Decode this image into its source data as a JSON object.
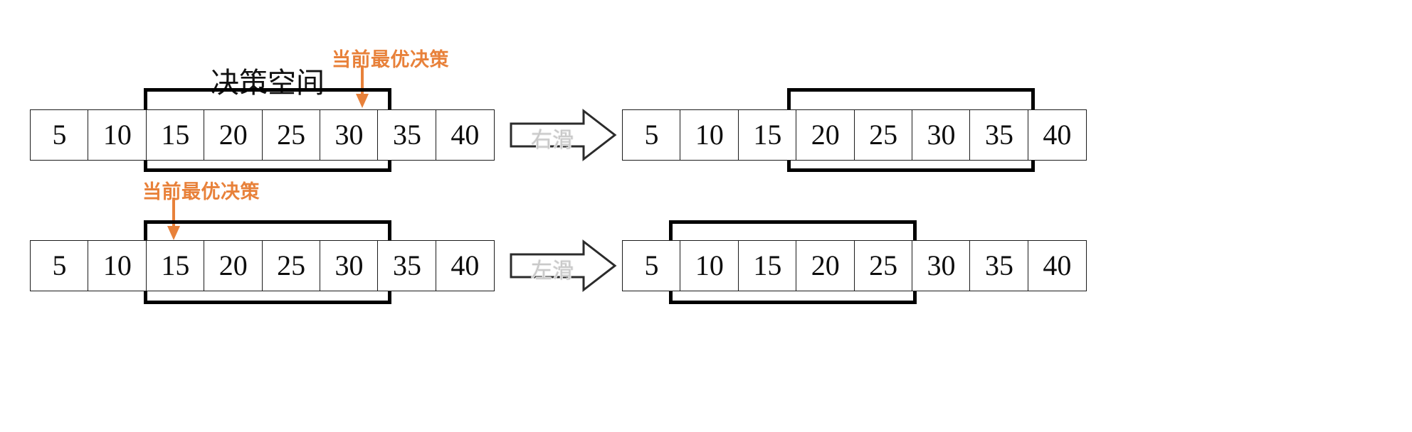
{
  "diagram": {
    "title": "sliding-window-decision-space",
    "colors": {
      "accent_orange": "#E8813A",
      "cell_border": "#1b1b1b",
      "window_border": "#000000",
      "arrow_label_gray": "#c9c9c9",
      "background": "#ffffff"
    },
    "labels": {
      "decision_space": "决策空间",
      "current_best_decision": "当前最优决策",
      "slide_right": "右滑",
      "slide_left": "左滑"
    },
    "rows": [
      {
        "id": "row-slide-right",
        "operation": "右滑",
        "before": {
          "id": "array-top-left",
          "values": [
            "5",
            "10",
            "15",
            "20",
            "25",
            "30",
            "35",
            "40"
          ],
          "window_start_index": 2,
          "window_end_index": 5,
          "window_values": [
            "15",
            "20",
            "25",
            "30"
          ],
          "space_label": "决策空间",
          "pointer_label": "当前最优决策",
          "pointer_index": 5,
          "pointer_value": "30"
        },
        "after": {
          "id": "array-top-right",
          "values": [
            "5",
            "10",
            "15",
            "20",
            "25",
            "30",
            "35",
            "40"
          ],
          "window_start_index": 3,
          "window_end_index": 6,
          "window_values": [
            "20",
            "25",
            "30",
            "35"
          ]
        }
      },
      {
        "id": "row-slide-left",
        "operation": "左滑",
        "before": {
          "id": "array-bottom-left",
          "values": [
            "5",
            "10",
            "15",
            "20",
            "25",
            "30",
            "35",
            "40"
          ],
          "window_start_index": 2,
          "window_end_index": 5,
          "window_values": [
            "15",
            "20",
            "25",
            "30"
          ],
          "pointer_label": "当前最优决策",
          "pointer_index": 2,
          "pointer_value": "15"
        },
        "after": {
          "id": "array-bottom-right",
          "values": [
            "5",
            "10",
            "15",
            "20",
            "25",
            "30",
            "35",
            "40"
          ],
          "window_start_index": 1,
          "window_end_index": 4,
          "window_values": [
            "10",
            "15",
            "20",
            "25"
          ]
        }
      }
    ]
  }
}
